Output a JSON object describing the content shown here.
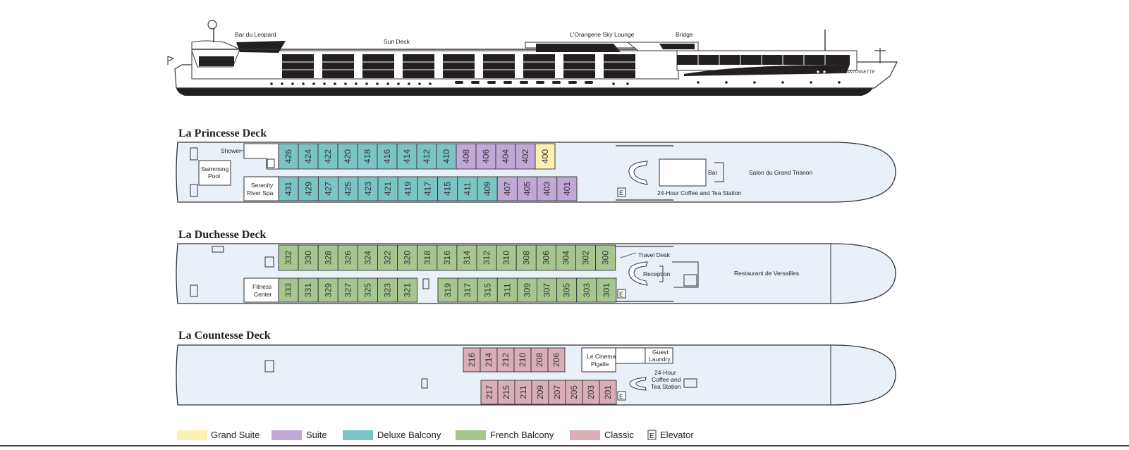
{
  "ship": {
    "name": "S.S. ANTOINETTE",
    "labels": {
      "bar": "Bar du Leopard",
      "sun": "Sun Deck",
      "lounge": "L'Orangerie Sky Lounge",
      "bridge": "Bridge"
    }
  },
  "colors": {
    "grand": "#fdf0b0",
    "suite": "#c2a8d6",
    "deluxe": "#7ac4c6",
    "french": "#a6c690",
    "classic": "#d9aeb6",
    "deck": "#eaf0f8",
    "outline": "#333333"
  },
  "decks": {
    "princesse": {
      "title": "La Princesse Deck",
      "labels": {
        "shower": "Shower",
        "pool1": "Swimming",
        "pool2": "Pool",
        "spa1": "Serenity",
        "spa2": "River Spa",
        "bar": "Bar",
        "salon": "Salon du Grand Trianon",
        "coffee": "24-Hour Coffee and Tea Station",
        "elev": "E"
      },
      "top": [
        {
          "n": "426",
          "t": "deluxe"
        },
        {
          "n": "424",
          "t": "deluxe"
        },
        {
          "n": "422",
          "t": "deluxe"
        },
        {
          "n": "420",
          "t": "deluxe"
        },
        {
          "n": "418",
          "t": "deluxe"
        },
        {
          "n": "416",
          "t": "deluxe"
        },
        {
          "n": "414",
          "t": "deluxe"
        },
        {
          "n": "412",
          "t": "deluxe"
        },
        {
          "n": "410",
          "t": "deluxe"
        },
        {
          "n": "408",
          "t": "suite"
        },
        {
          "n": "406",
          "t": "suite"
        },
        {
          "n": "404",
          "t": "suite"
        },
        {
          "n": "402",
          "t": "suite"
        },
        {
          "n": "400",
          "t": "grand"
        }
      ],
      "bottom": [
        {
          "n": "431",
          "t": "deluxe"
        },
        {
          "n": "429",
          "t": "deluxe"
        },
        {
          "n": "427",
          "t": "deluxe"
        },
        {
          "n": "425",
          "t": "deluxe"
        },
        {
          "n": "423",
          "t": "deluxe"
        },
        {
          "n": "421",
          "t": "deluxe"
        },
        {
          "n": "419",
          "t": "deluxe"
        },
        {
          "n": "417",
          "t": "deluxe"
        },
        {
          "n": "415",
          "t": "deluxe"
        },
        {
          "n": "411",
          "t": "deluxe"
        },
        {
          "n": "409",
          "t": "deluxe"
        },
        {
          "n": "407",
          "t": "suite"
        },
        {
          "n": "405",
          "t": "suite"
        },
        {
          "n": "403",
          "t": "suite"
        },
        {
          "n": "401",
          "t": "suite"
        }
      ]
    },
    "duchesse": {
      "title": "La Duchesse Deck",
      "labels": {
        "fit1": "Fitness",
        "fit2": "Center",
        "travel": "Travel Desk",
        "reception": "Reception",
        "restaurant": "Restaurant de Versailles",
        "elev": "E"
      },
      "top": [
        {
          "n": "332",
          "t": "french"
        },
        {
          "n": "330",
          "t": "french"
        },
        {
          "n": "328",
          "t": "french"
        },
        {
          "n": "326",
          "t": "french"
        },
        {
          "n": "324",
          "t": "french"
        },
        {
          "n": "322",
          "t": "french"
        },
        {
          "n": "320",
          "t": "french"
        },
        {
          "n": "318",
          "t": "french"
        },
        {
          "n": "316",
          "t": "french"
        },
        {
          "n": "314",
          "t": "french"
        },
        {
          "n": "312",
          "t": "french"
        },
        {
          "n": "310",
          "t": "french"
        },
        {
          "n": "308",
          "t": "french"
        },
        {
          "n": "306",
          "t": "french"
        },
        {
          "n": "304",
          "t": "french"
        },
        {
          "n": "302",
          "t": "french"
        },
        {
          "n": "300",
          "t": "french"
        }
      ],
      "bottomA": [
        {
          "n": "333",
          "t": "french"
        },
        {
          "n": "331",
          "t": "french"
        },
        {
          "n": "329",
          "t": "french"
        },
        {
          "n": "327",
          "t": "french"
        },
        {
          "n": "325",
          "t": "french"
        },
        {
          "n": "323",
          "t": "french"
        },
        {
          "n": "321",
          "t": "french"
        }
      ],
      "bottomB": [
        {
          "n": "319",
          "t": "french"
        },
        {
          "n": "317",
          "t": "french"
        },
        {
          "n": "315",
          "t": "french"
        },
        {
          "n": "311",
          "t": "french"
        },
        {
          "n": "309",
          "t": "french"
        },
        {
          "n": "307",
          "t": "french"
        },
        {
          "n": "305",
          "t": "french"
        },
        {
          "n": "303",
          "t": "french"
        },
        {
          "n": "301",
          "t": "french"
        }
      ]
    },
    "countesse": {
      "title": "La Countesse Deck",
      "labels": {
        "cinema1": "Le Cinema",
        "cinema2": "Pigalle",
        "laundry1": "Guest",
        "laundry2": "Laundry",
        "coffee1": "24-Hour",
        "coffee2": "Coffee and",
        "coffee3": "Tea Station",
        "elev": "E"
      },
      "top": [
        {
          "n": "216",
          "t": "classic"
        },
        {
          "n": "214",
          "t": "classic"
        },
        {
          "n": "212",
          "t": "classic"
        },
        {
          "n": "210",
          "t": "classic"
        },
        {
          "n": "208",
          "t": "classic"
        },
        {
          "n": "206",
          "t": "classic"
        }
      ],
      "bottom": [
        {
          "n": "217",
          "t": "classic"
        },
        {
          "n": "215",
          "t": "classic"
        },
        {
          "n": "211",
          "t": "classic"
        },
        {
          "n": "209",
          "t": "classic"
        },
        {
          "n": "207",
          "t": "classic"
        },
        {
          "n": "205",
          "t": "classic"
        },
        {
          "n": "203",
          "t": "classic"
        },
        {
          "n": "201",
          "t": "classic"
        }
      ]
    }
  },
  "legend": {
    "grand": "Grand Suite",
    "suite": "Suite",
    "deluxe": "Deluxe Balcony",
    "french": "French Balcony",
    "classic": "Classic",
    "elev_mark": "E",
    "elev": "Elevator"
  }
}
